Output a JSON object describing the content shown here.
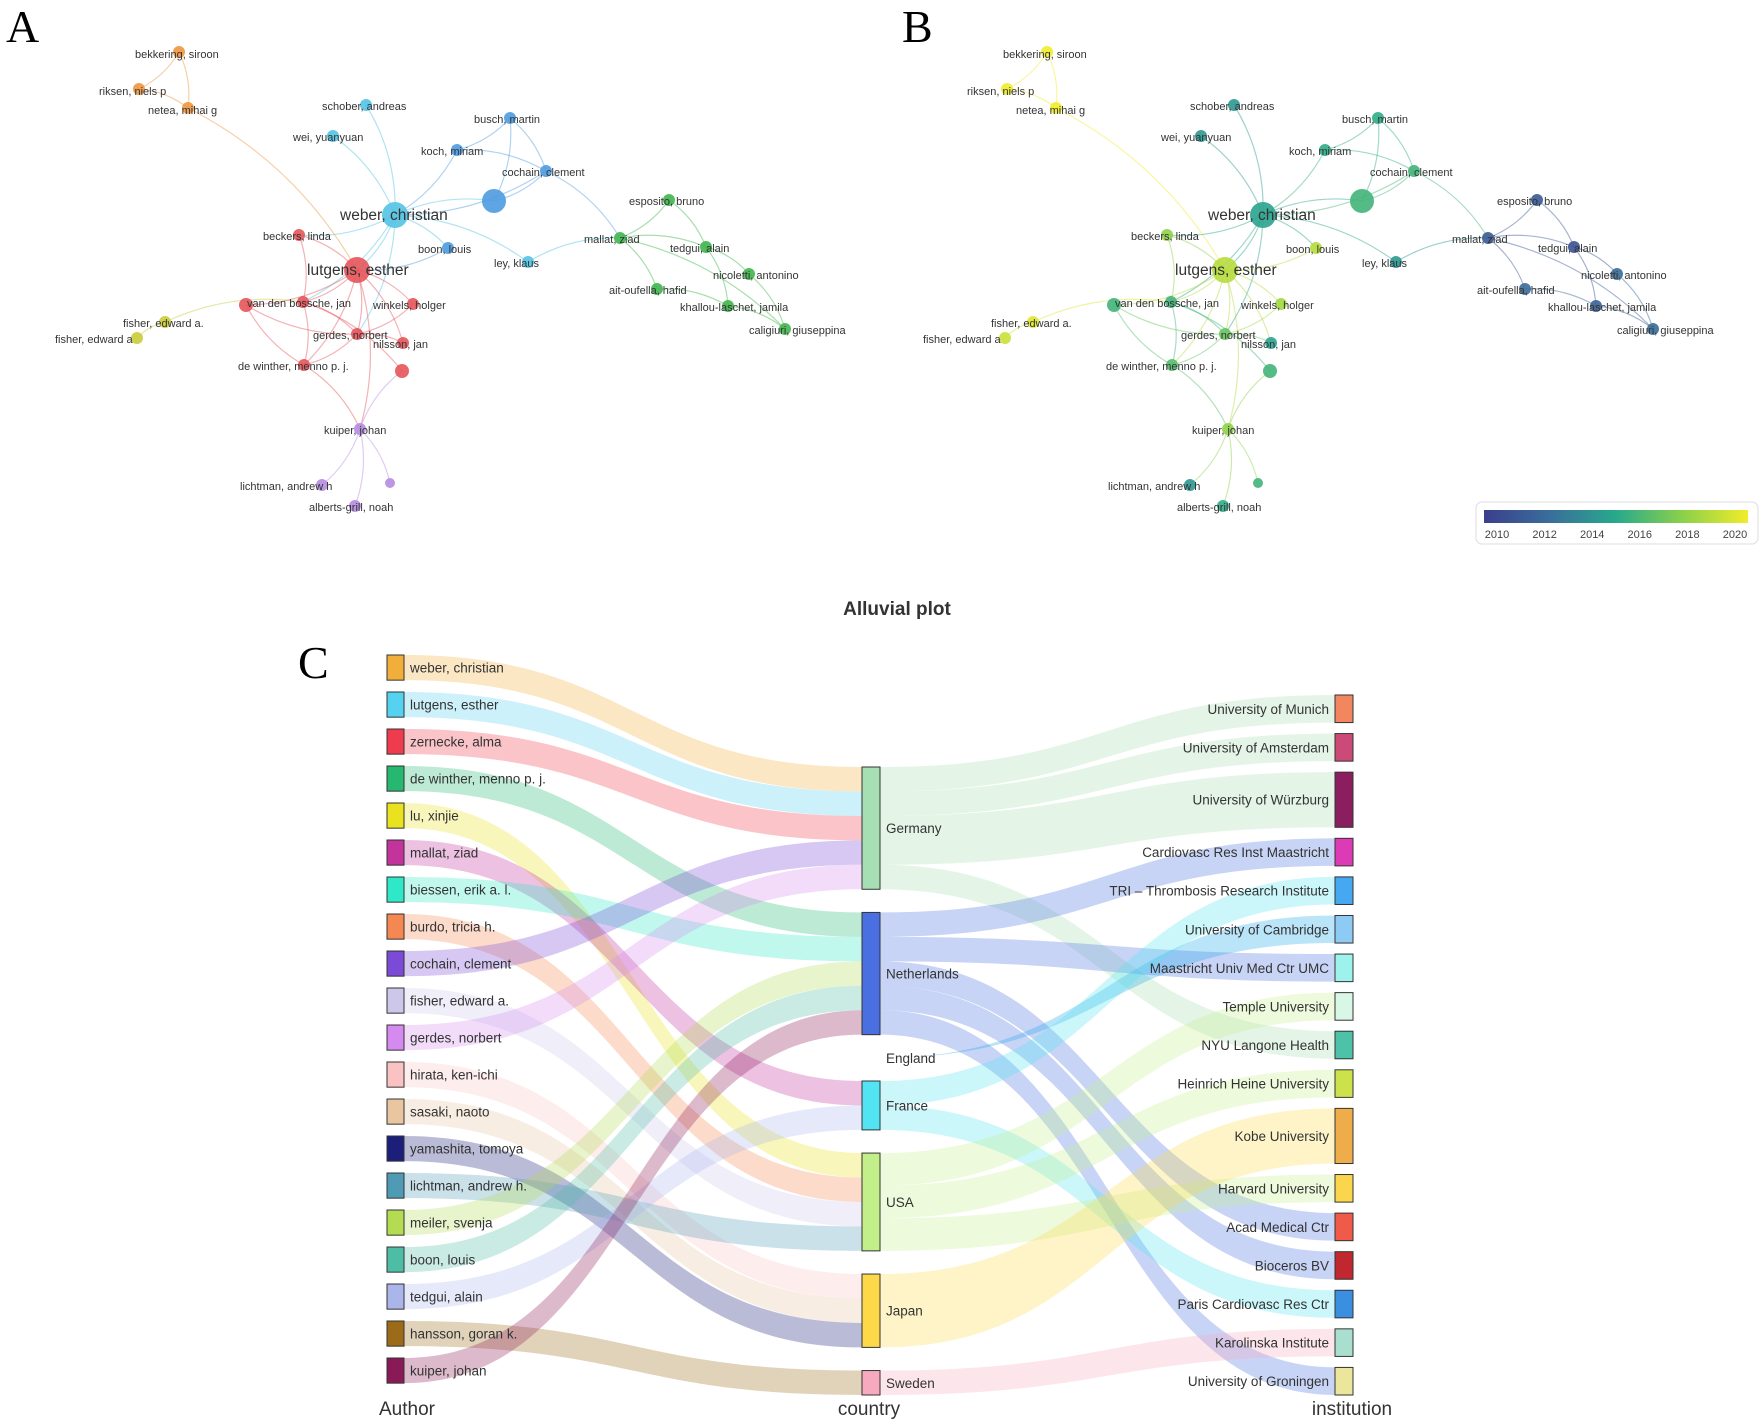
{
  "panels": {
    "a": {
      "letter": "A"
    },
    "b": {
      "letter": "B"
    },
    "c": {
      "letter": "C"
    }
  },
  "network": {
    "authors": [
      {
        "label": "bekkering, siroon",
        "cluster": "orange",
        "year": 2020.5,
        "big": false
      },
      {
        "label": "riksen, niels p",
        "cluster": "orange",
        "year": 2020.5,
        "big": false
      },
      {
        "label": "netea, mihai g",
        "cluster": "orange",
        "year": 2020.5,
        "big": false
      },
      {
        "label": "schober, andreas",
        "cluster": "cyan",
        "year": 2014.5,
        "big": false
      },
      {
        "label": "wei, yuanyuan",
        "cluster": "cyan",
        "year": 2014.5,
        "big": false
      },
      {
        "label": "busch, martin",
        "cluster": "blue",
        "year": 2015.5,
        "big": false
      },
      {
        "label": "koch, miriam",
        "cluster": "blue",
        "year": 2015.5,
        "big": false
      },
      {
        "label": "cochain, clement",
        "cluster": "blue",
        "year": 2016,
        "big": false
      },
      {
        "label": "weber, christian",
        "cluster": "cyan",
        "year": 2015,
        "big": true
      },
      {
        "label": "beckers, linda",
        "cluster": "red",
        "year": 2018,
        "big": false
      },
      {
        "label": "boon, louis",
        "cluster": "blue",
        "year": 2019,
        "big": false
      },
      {
        "label": "ley, klaus",
        "cluster": "cyan",
        "year": 2014.5,
        "big": false
      },
      {
        "label": "lutgens, esther",
        "cluster": "red",
        "year": 2019,
        "big": true
      },
      {
        "label": "van den bossche, jan",
        "cluster": "red",
        "year": 2016,
        "big": false
      },
      {
        "label": "winkels, holger",
        "cluster": "red",
        "year": 2018.5,
        "big": false
      },
      {
        "label": "gerdes, norbert",
        "cluster": "red",
        "year": 2017,
        "big": false
      },
      {
        "label": "nilsson, jan",
        "cluster": "red",
        "year": 2015,
        "big": false
      },
      {
        "label": "de winther, menno p. j.",
        "cluster": "red",
        "year": 2016.5,
        "big": false
      },
      {
        "label": "fisher, edward a.",
        "cluster": "yellow",
        "year": 2020,
        "big": false
      },
      {
        "label": "fisher, edward a",
        "cluster": "yellow",
        "year": 2019.5,
        "big": false
      },
      {
        "label": "kuiper, johan",
        "cluster": "purple",
        "year": 2018,
        "big": false
      },
      {
        "label": "lichtman, andrew h",
        "cluster": "purple",
        "year": 2014.5,
        "big": false
      },
      {
        "label": "alberts-grill, noah",
        "cluster": "purple",
        "year": 2015.5,
        "big": false
      },
      {
        "label": "esposito, bruno",
        "cluster": "green",
        "year": 2011.5,
        "big": false
      },
      {
        "label": "mallat, ziad",
        "cluster": "green",
        "year": 2011.5,
        "big": false
      },
      {
        "label": "tedgui, alain",
        "cluster": "green",
        "year": 2011,
        "big": false
      },
      {
        "label": "nicoletti, antonino",
        "cluster": "green",
        "year": 2012.5,
        "big": false
      },
      {
        "label": "ait-oufella, hafid",
        "cluster": "green",
        "year": 2012.5,
        "big": false
      },
      {
        "label": "khallou-laschet, jamila",
        "cluster": "green",
        "year": 2012,
        "big": false
      },
      {
        "label": "caligiuri, giuseppina",
        "cluster": "green",
        "year": 2012.5,
        "big": false
      }
    ],
    "cluster_colors": {
      "orange": "#f0953f",
      "cyan": "#52c3e3",
      "blue": "#4f9be0",
      "red": "#e5545a",
      "green": "#3fb64c",
      "yellow": "#c9cc3a",
      "purple": "#b68ce0"
    },
    "colorbar": {
      "ticks": [
        "2010",
        "2012",
        "2014",
        "2016",
        "2018",
        "2020"
      ]
    }
  },
  "alluvial": {
    "title": "Alluvial plot",
    "axes": {
      "author": "Author",
      "country": "country",
      "institution": "institution"
    },
    "authors": [
      {
        "label": "weber, christian",
        "color": "#f2ae3a"
      },
      {
        "label": "lutgens, esther",
        "color": "#55d2f0"
      },
      {
        "label": "zernecke, alma",
        "color": "#ee3b4d"
      },
      {
        "label": "de winther, menno p. j.",
        "color": "#26b870"
      },
      {
        "label": "lu, xinjie",
        "color": "#e8e21f"
      },
      {
        "label": "mallat, ziad",
        "color": "#c2339b"
      },
      {
        "label": "biessen, erik a. l.",
        "color": "#2ee8c7"
      },
      {
        "label": "burdo, tricia h.",
        "color": "#f48752"
      },
      {
        "label": "cochain, clement",
        "color": "#7b4ad6"
      },
      {
        "label": "fisher, edward a.",
        "color": "#cdc8ea"
      },
      {
        "label": "gerdes, norbert",
        "color": "#d58af0"
      },
      {
        "label": "hirata, ken-ichi",
        "color": "#fbc2c4"
      },
      {
        "label": "sasaki, naoto",
        "color": "#e9c5a0"
      },
      {
        "label": "yamashita, tomoya",
        "color": "#1b1f7a"
      },
      {
        "label": "lichtman, andrew h.",
        "color": "#4f9bb5"
      },
      {
        "label": "meiler, svenja",
        "color": "#b4dc52"
      },
      {
        "label": "boon, louis",
        "color": "#4ebda5"
      },
      {
        "label": "tedgui, alain",
        "color": "#aab6ea"
      },
      {
        "label": "hansson, goran k.",
        "color": "#9c6b1a"
      },
      {
        "label": "kuiper, johan",
        "color": "#8a1a55"
      }
    ],
    "countries": [
      {
        "label": "Germany",
        "color": "#a7dfb4"
      },
      {
        "label": "Netherlands",
        "color": "#4a6fe0"
      },
      {
        "label": "England",
        "color": "#1aa7e8"
      },
      {
        "label": "France",
        "color": "#52e4f2"
      },
      {
        "label": "USA",
        "color": "#c2ef8a"
      },
      {
        "label": "Japan",
        "color": "#fdd94a"
      },
      {
        "label": "Sweden",
        "color": "#f7a9bf"
      }
    ],
    "institutions": [
      {
        "label": "University of Munich",
        "color": "#f2865e"
      },
      {
        "label": "University of Amsterdam",
        "color": "#cc4a77"
      },
      {
        "label": "University of Würzburg",
        "color": "#8a1e5e"
      },
      {
        "label": "Cardiovasc Res Inst Maastricht",
        "color": "#dd3bb5"
      },
      {
        "label": "TRI – Thrombosis Research Institute",
        "color": "#46a8f0"
      },
      {
        "label": "University of Cambridge",
        "color": "#8ecbf4"
      },
      {
        "label": "Maastricht Univ Med Ctr UMC",
        "color": "#9ef2ec"
      },
      {
        "label": "Temple University",
        "color": "#d9f7e6"
      },
      {
        "label": "NYU Langone Health",
        "color": "#4ec2a8"
      },
      {
        "label": "Heinrich Heine University",
        "color": "#cde24a"
      },
      {
        "label": "Kobe University",
        "color": "#eeac4a"
      },
      {
        "label": "Harvard University",
        "color": "#fbd64c"
      },
      {
        "label": "Acad Medical Ctr",
        "color": "#f05a48"
      },
      {
        "label": "Bioceros BV",
        "color": "#c0272f"
      },
      {
        "label": "Paris Cardiovasc Res Ctr",
        "color": "#3a8fe0"
      },
      {
        "label": "Karolinska Institute",
        "color": "#a9dfcf"
      },
      {
        "label": "University of Groningen",
        "color": "#ece59c"
      }
    ],
    "author_links": [
      {
        "author": "weber, christian",
        "country": "Germany"
      },
      {
        "author": "lutgens, esther",
        "country": "Germany"
      },
      {
        "author": "zernecke, alma",
        "country": "Germany"
      },
      {
        "author": "de winther, menno p. j.",
        "country": "Netherlands"
      },
      {
        "author": "lu, xinjie",
        "country": "USA"
      },
      {
        "author": "mallat, ziad",
        "country": "France"
      },
      {
        "author": "biessen, erik a. l.",
        "country": "Netherlands"
      },
      {
        "author": "burdo, tricia h.",
        "country": "USA"
      },
      {
        "author": "cochain, clement",
        "country": "Germany"
      },
      {
        "author": "fisher, edward a.",
        "country": "USA"
      },
      {
        "author": "gerdes, norbert",
        "country": "Germany"
      },
      {
        "author": "hirata, ken-ichi",
        "country": "Japan"
      },
      {
        "author": "sasaki, naoto",
        "country": "Japan"
      },
      {
        "author": "yamashita, tomoya",
        "country": "Japan"
      },
      {
        "author": "lichtman, andrew h.",
        "country": "USA"
      },
      {
        "author": "meiler, svenja",
        "country": "Netherlands"
      },
      {
        "author": "boon, louis",
        "country": "Netherlands"
      },
      {
        "author": "tedgui, alain",
        "country": "France"
      },
      {
        "author": "hansson, goran k.",
        "country": "Sweden"
      },
      {
        "author": "kuiper, johan",
        "country": "Netherlands"
      }
    ],
    "institution_links": [
      {
        "country": "Germany",
        "institution": "University of Munich",
        "weight": 1
      },
      {
        "country": "Germany",
        "institution": "University of Amsterdam",
        "weight": 1
      },
      {
        "country": "Germany",
        "institution": "University of Würzburg",
        "weight": 2
      },
      {
        "country": "Germany",
        "institution": "NYU Langone Health",
        "weight": 1
      },
      {
        "country": "Netherlands",
        "institution": "Cardiovasc Res Inst Maastricht",
        "weight": 1
      },
      {
        "country": "Netherlands",
        "institution": "Maastricht Univ Med Ctr UMC",
        "weight": 1
      },
      {
        "country": "Netherlands",
        "institution": "Acad Medical Ctr",
        "weight": 1
      },
      {
        "country": "Netherlands",
        "institution": "Bioceros BV",
        "weight": 1
      },
      {
        "country": "Netherlands",
        "institution": "University of Groningen",
        "weight": 1
      },
      {
        "country": "England",
        "institution": "University of Cambridge",
        "weight": 1
      },
      {
        "country": "France",
        "institution": "TRI – Thrombosis Research Institute",
        "weight": 1
      },
      {
        "country": "France",
        "institution": "Paris Cardiovasc Res Ctr",
        "weight": 1
      },
      {
        "country": "USA",
        "institution": "Temple University",
        "weight": 1
      },
      {
        "country": "USA",
        "institution": "Heinrich Heine University",
        "weight": 1
      },
      {
        "country": "USA",
        "institution": "Harvard University",
        "weight": 1
      },
      {
        "country": "Japan",
        "institution": "Kobe University",
        "weight": 2
      },
      {
        "country": "Sweden",
        "institution": "Karolinska Institute",
        "weight": 1
      }
    ]
  }
}
